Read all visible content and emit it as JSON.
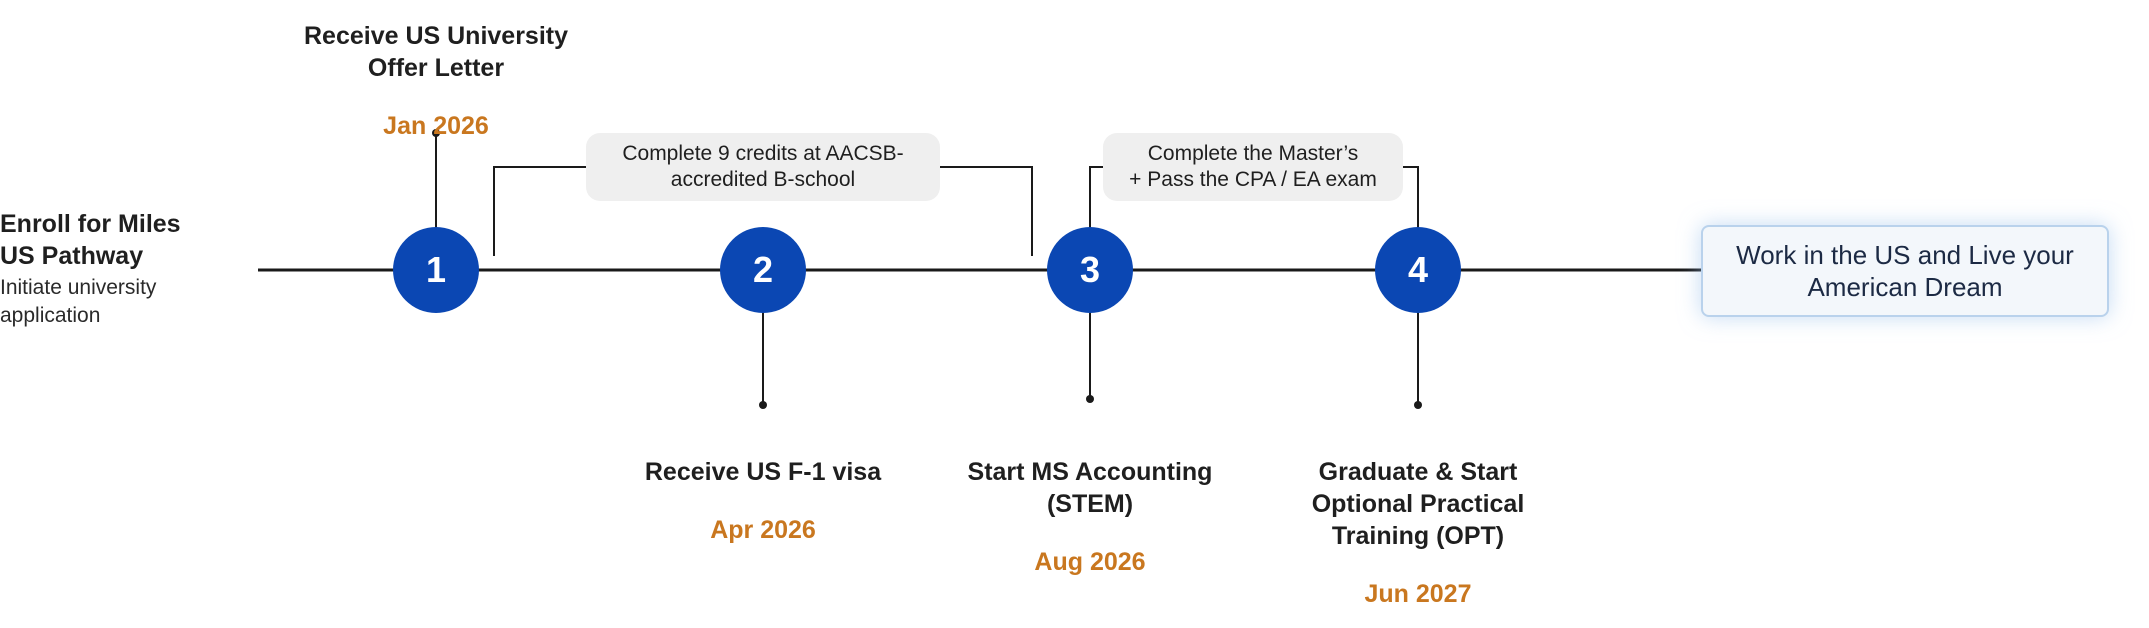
{
  "start": {
    "title": "Enroll for Miles\nUS Pathway",
    "subtitle": "Initiate university\napplication"
  },
  "steps": [
    {
      "number": "1",
      "title": "Receive US University\nOffer Letter",
      "date": "Jan 2026"
    },
    {
      "number": "2",
      "title": "Receive US F-1 visa",
      "date": "Apr 2026"
    },
    {
      "number": "3",
      "title": "Start MS Accounting\n(STEM)",
      "date": "Aug 2026"
    },
    {
      "number": "4",
      "title": "Graduate & Start\nOptional Practical\nTraining (OPT)",
      "date": "Jun 2027"
    }
  ],
  "brackets": [
    {
      "text": "Complete 9 credits at AACSB-\naccredited B-school"
    },
    {
      "text": "Complete the Master’s\n+ Pass the CPA / EA exam"
    }
  ],
  "final": {
    "text": "Work in the US and Live your\nAmerican Dream"
  },
  "colors": {
    "node": "#0b47b3",
    "date": "#c9771f",
    "line": "#1a1a1a",
    "bubble": "#efefef",
    "final_border": "#b9d2ec"
  }
}
